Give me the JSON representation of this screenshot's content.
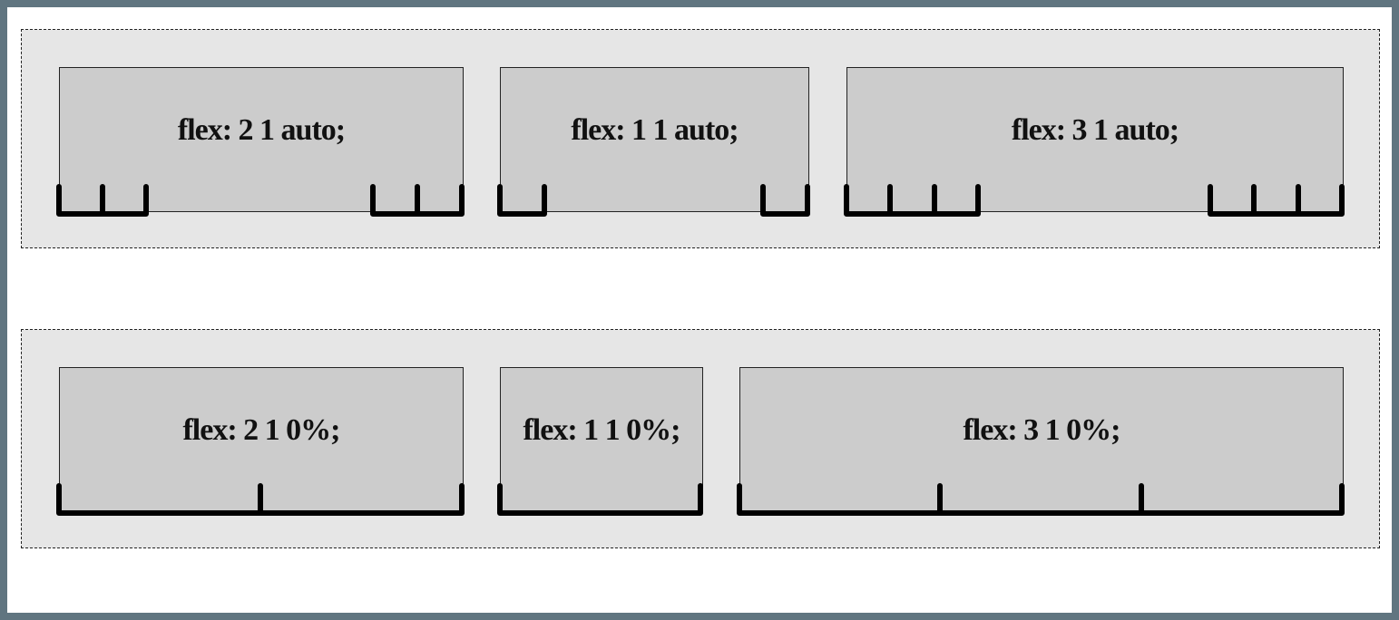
{
  "colors": {
    "outer_border": "#607580",
    "page_background": "#ffffff",
    "container_background": "#e6e6e6",
    "item_background": "#cccccc",
    "brace_color": "#000000"
  },
  "rows": [
    {
      "items": [
        {
          "label": "flex: 2 1 auto;"
        },
        {
          "label": "flex: 1 1 auto;"
        },
        {
          "label": "flex: 3 1 auto;"
        }
      ]
    },
    {
      "items": [
        {
          "label": "flex: 2 1 0%;"
        },
        {
          "label": "flex: 1 1 0%;"
        },
        {
          "label": "flex: 3 1 0%;"
        }
      ]
    }
  ]
}
